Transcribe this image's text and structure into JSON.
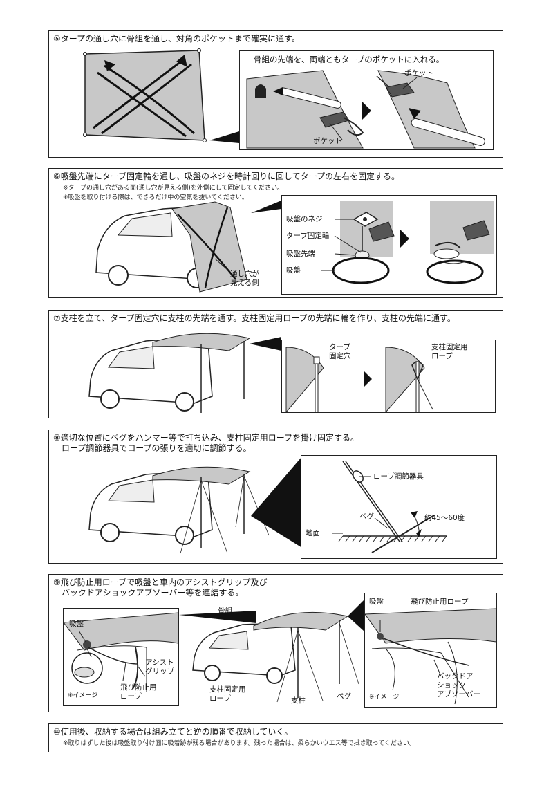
{
  "steps": {
    "s5": {
      "heading": "⑤タープの通し穴に骨組を通し、対角のポケットまで確実に通す。",
      "inset_caption": "骨組の先端を、両端ともタープのポケットに入れる。",
      "label_pocket_a": "ポケット",
      "label_pocket_b": "ポケット"
    },
    "s6": {
      "heading": "⑥吸盤先端にタープ固定輪を通し、吸盤のネジを時計回りに回してタープの左右を固定する。",
      "note1": "※タープの通し穴がある面(通し穴が見える側)を外側にして固定してください。",
      "note2": "※吸盤を取り付ける際は、できるだけ中の空気を抜いてください。",
      "label_visible_side": "通し穴が\n見える側",
      "label_screw": "吸盤のネジ",
      "label_ring": "タープ固定輪",
      "label_tip": "吸盤先端",
      "label_cup": "吸盤"
    },
    "s7": {
      "heading": "⑦支柱を立て、タープ固定穴に支柱の先端を通す。支柱固定用ロープの先端に輪を作り、支柱の先端に通す。",
      "label_hole": "タープ\n固定穴",
      "label_rope": "支柱固定用\nロープ"
    },
    "s8": {
      "heading": "⑧適切な位置にペグをハンマー等で打ち込み、支柱固定用ロープを掛け固定する。\n　ロープ調節器具でロープの張りを適切に調節する。",
      "label_adjuster": "ロープ調節器具",
      "label_peg": "ペグ",
      "label_angle": "約45～60度",
      "label_ground": "地面"
    },
    "s9": {
      "heading": "⑨飛び防止用ロープで吸盤と車内のアシストグリップ及び\n　バックドアショックアブソーバー等を連結する。",
      "left_cup": "吸盤",
      "left_grip": "アシスト\nグリップ",
      "left_rope": "飛び防止用\nロープ",
      "left_image_note": "※イメージ",
      "center_frame": "骨組",
      "center_pole_rope": "支柱固定用\nロープ",
      "center_pole": "支柱",
      "center_peg": "ペグ",
      "right_cup": "吸盤",
      "right_rope": "飛び防止用ロープ",
      "right_absorber": "バックドア\nショック\nアブソーバー",
      "right_image_note": "※イメージ"
    },
    "s10": {
      "heading": "⑩使用後、収納する場合は組み立てと逆の順番で収納していく。",
      "note": "※取りはずした後は吸盤取り付け面に吸着跡が残る場合があります。残った場合は、柔らかいウエス等で拭き取ってください。"
    }
  },
  "colors": {
    "tarp_gray": "#c8c8c8",
    "pocket_dark": "#555555",
    "line": "#222222"
  }
}
